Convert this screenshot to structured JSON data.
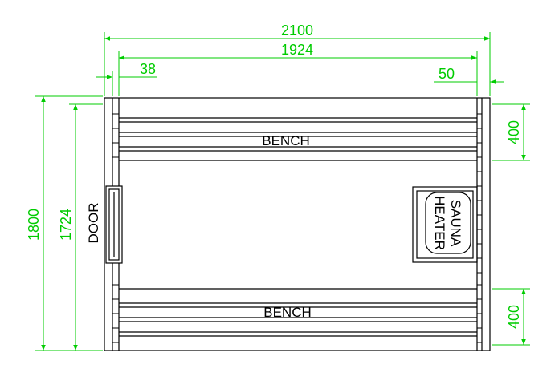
{
  "colors": {
    "dimension": "#00cc00",
    "drawing": "#000000",
    "background": "#ffffff"
  },
  "dimensions": {
    "overall_width": "2100",
    "inner_width": "1924",
    "left_wall": "38",
    "right_wall": "50",
    "overall_depth": "1800",
    "inner_depth": "1724",
    "top_bench_depth": "400",
    "bottom_bench_depth": "400"
  },
  "labels": {
    "top_bench": "BENCH",
    "bottom_bench": "BENCH",
    "door": "DOOR",
    "heater_line1": "SAUNA",
    "heater_line2": "HEATER"
  }
}
